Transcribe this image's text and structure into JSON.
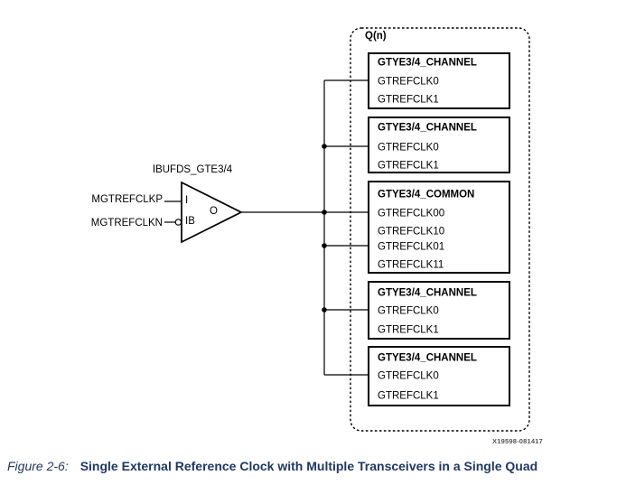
{
  "colors": {
    "caption": "#1f3864",
    "line": "#000000"
  },
  "buffer": {
    "label": "IBUFDS_GTE3/4",
    "input_p_label": "MGTREFCLKP",
    "input_n_label": "MGTREFCLKN",
    "pin_i": "I",
    "pin_ib": "IB",
    "pin_o": "O"
  },
  "quad": {
    "label": "Q(n)",
    "blocks": [
      {
        "title": "GTYE3/4_CHANNEL",
        "ports": [
          "GTREFCLK0",
          "GTREFCLK1"
        ]
      },
      {
        "title": "GTYE3/4_CHANNEL",
        "ports": [
          "GTREFCLK0",
          "GTREFCLK1"
        ]
      },
      {
        "title": "GTYE3/4_COMMON",
        "ports": [
          "GTREFCLK00",
          "GTREFCLK10",
          "GTREFCLK01",
          "GTREFCLK11"
        ]
      },
      {
        "title": "GTYE3/4_CHANNEL",
        "ports": [
          "GTREFCLK0",
          "GTREFCLK1"
        ]
      },
      {
        "title": "GTYE3/4_CHANNEL",
        "ports": [
          "GTREFCLK0",
          "GTREFCLK1"
        ]
      }
    ]
  },
  "figure": {
    "image_number": "X19598-081417",
    "caption_label": "Figure 2-6:",
    "caption_title": "Single External Reference Clock with Multiple Transceivers in a Single Quad"
  }
}
